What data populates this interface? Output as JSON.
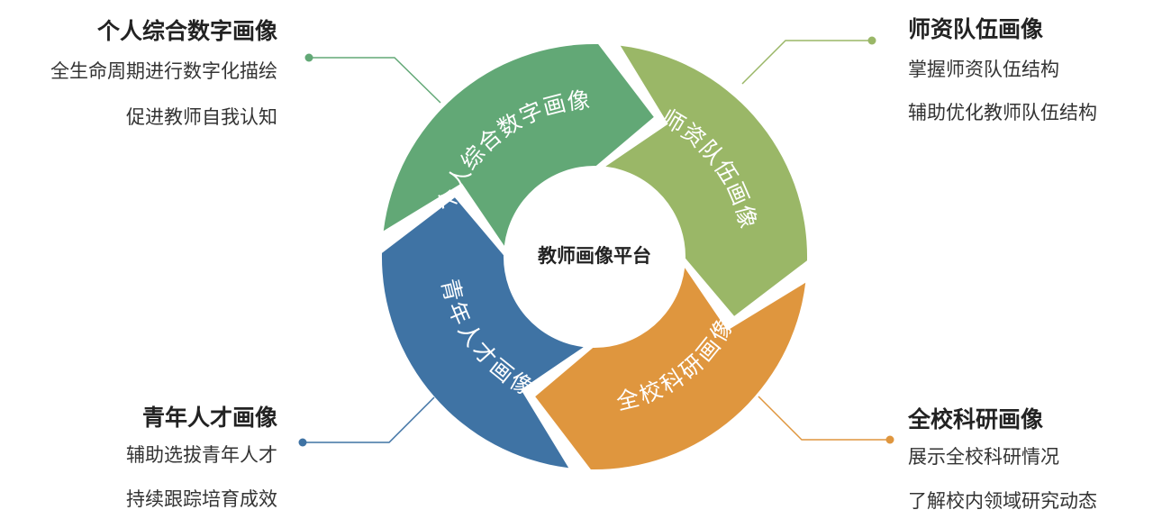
{
  "center_label": "教师画像平台",
  "segments": [
    {
      "id": "personal",
      "label": "个人综合数字画像",
      "color": "#62a876"
    },
    {
      "id": "teachers",
      "label": "师资队伍画像",
      "color": "#9ab767"
    },
    {
      "id": "research",
      "label": "全校科研画像",
      "color": "#df963e"
    },
    {
      "id": "youth",
      "label": "青年人才画像",
      "color": "#3f73a4"
    }
  ],
  "callouts": {
    "personal": {
      "title": "个人综合数字画像",
      "lines": [
        "全生命周期进行数字化描绘",
        "促进教师自我认知"
      ],
      "dot_color": "#62a876"
    },
    "teachers": {
      "title": "师资队伍画像",
      "lines": [
        "掌握师资队伍结构",
        "辅助优化教师队伍结构"
      ],
      "dot_color": "#9ab767"
    },
    "youth": {
      "title": "青年人才画像",
      "lines": [
        "辅助选拔青年人才",
        "持续跟踪培育成效"
      ],
      "dot_color": "#3f73a4"
    },
    "research": {
      "title": "全校科研画像",
      "lines": [
        "展示全校科研情况",
        "了解校内领域研究动态"
      ],
      "dot_color": "#df963e"
    }
  }
}
